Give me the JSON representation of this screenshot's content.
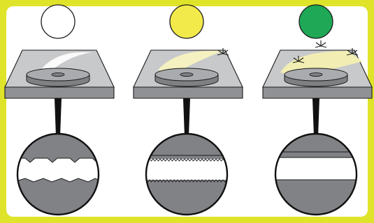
{
  "colors": {
    "frame": "#dfe42a",
    "background": "#ffffff",
    "stroke": "#1a1a1a",
    "platform_top": "#c8c9cb",
    "platform_side": "#8f9194",
    "disc_top": "#a9abae",
    "disc_side": "#7e8083",
    "zoom_fill": "#808285"
  },
  "panels": [
    {
      "name": "panel-left",
      "circle_color": "#ffffff",
      "glow_color": "#ffffff",
      "rays": 0,
      "surface": "rough"
    },
    {
      "name": "panel-middle",
      "circle_color": "#f2ea4a",
      "glow_color": "#f8f3bf",
      "rays": 1,
      "surface": "finer"
    },
    {
      "name": "panel-right",
      "circle_color": "#1fa855",
      "glow_color": "#f4efb0",
      "rays": 3,
      "surface": "smooth"
    }
  ]
}
